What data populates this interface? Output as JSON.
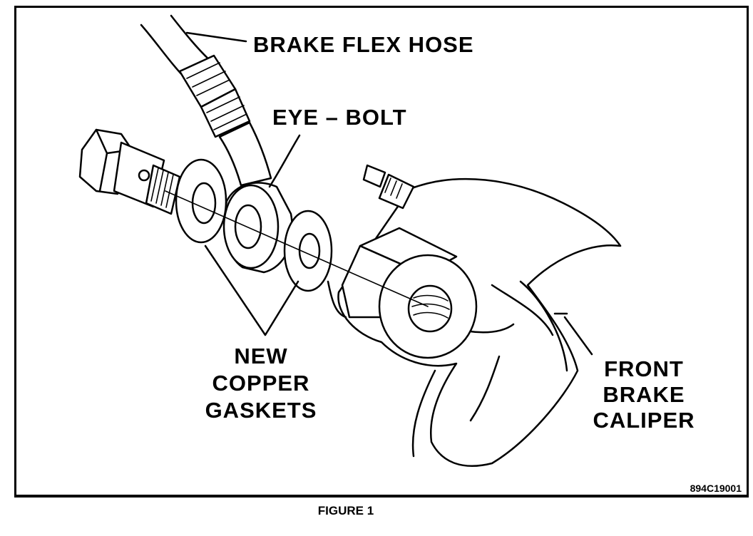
{
  "labels": {
    "brake_flex_hose": "BRAKE FLEX HOSE",
    "eye_bolt": "EYE – BOLT",
    "new_copper_gaskets": [
      "NEW",
      "COPPER",
      "GASKETS"
    ],
    "front_brake_caliper": [
      "FRONT",
      "BRAKE",
      "CALIPER"
    ]
  },
  "part_code": "894C19001",
  "figure_caption": "FIGURE 1"
}
